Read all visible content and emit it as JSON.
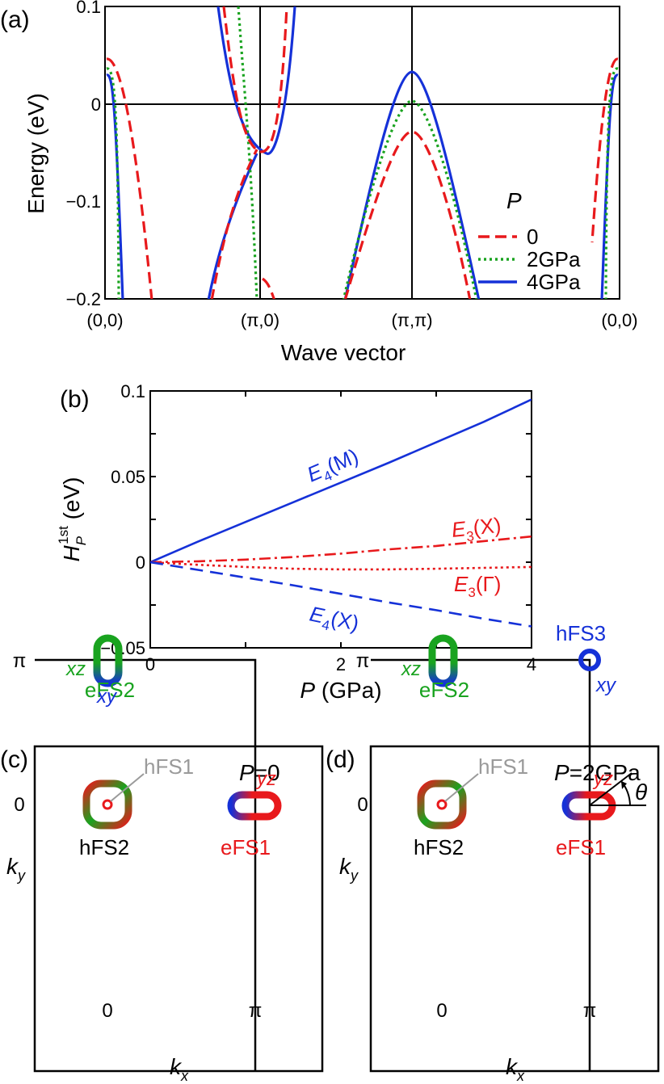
{
  "panel_labels": [
    "(a)",
    "(b)",
    "(c)",
    "(d)"
  ],
  "chart_data": [
    {
      "panel": "(a)",
      "type": "line",
      "ylabel": "Energy (eV)",
      "xlabel": "Wave vector",
      "ylim": [
        -0.2,
        0.1
      ],
      "yticks": [
        "0.1",
        "0",
        "−0.1",
        "−0.2"
      ],
      "yticks_values": [
        0.1,
        0,
        -0.1,
        -0.2
      ],
      "xticks": [
        "(0,0)",
        "(π,0)",
        "(π,π)",
        "(0,0)"
      ],
      "legend": {
        "title": "P",
        "entries": [
          "0",
          "2GPa",
          "4GPa"
        ],
        "placement": "bottom-right"
      },
      "series": [
        {
          "name": "0",
          "color": "#e8191c",
          "style": "dashed"
        },
        {
          "name": "2GPa",
          "color": "#19a31f",
          "style": "dotted"
        },
        {
          "name": "4GPa",
          "color": "#1531d8",
          "style": "solid"
        }
      ],
      "approx_values": {
        "band_top_at_Gamma": {
          "0": 0.05,
          "2GPa": 0.04,
          "4GPa": 0.03
        },
        "band_top_at_M": {
          "0": -0.028,
          "2GPa": 0.005,
          "4GPa": 0.035
        },
        "crossing_near_X": {
          "0": -0.045,
          "4GPa": -0.05
        }
      }
    },
    {
      "panel": "(b)",
      "type": "line",
      "xlabel": "P (GPa)",
      "ylabel": "H_P^1st (eV)",
      "xlim": [
        0,
        4
      ],
      "ylim": [
        -0.05,
        0.1
      ],
      "xticks": [
        "0",
        "2",
        "4"
      ],
      "yticks": [
        "0.1",
        "0.05",
        "0",
        "−0.05"
      ],
      "x": [
        0,
        0.5,
        1,
        1.5,
        2,
        2.5,
        3,
        3.5,
        4
      ],
      "series": [
        {
          "name": "E4(M)",
          "color": "#1531d8",
          "style": "solid",
          "values": [
            0,
            0.012,
            0.0235,
            0.035,
            0.0465,
            0.058,
            0.07,
            0.082,
            0.095
          ]
        },
        {
          "name": "E3(X)",
          "color": "#e8191c",
          "style": "dashdot",
          "values": [
            0,
            0.0005,
            0.0015,
            0.003,
            0.005,
            0.0075,
            0.0095,
            0.0123,
            0.015
          ]
        },
        {
          "name": "E3(Γ)",
          "color": "#e8191c",
          "style": "dotted",
          "values": [
            0,
            -0.0015,
            -0.0028,
            -0.0038,
            -0.0042,
            -0.0042,
            -0.0038,
            -0.0033,
            -0.0028
          ]
        },
        {
          "name": "E4(X)",
          "color": "#1531d8",
          "style": "dashed",
          "values": [
            0,
            -0.0045,
            -0.009,
            -0.0135,
            -0.0185,
            -0.0235,
            -0.028,
            -0.033,
            -0.0375
          ]
        }
      ],
      "annotations": [
        {
          "base": "E",
          "sub": "4",
          "tail": "(M)",
          "color": "#1531d8"
        },
        {
          "base": "E",
          "sub": "3",
          "tail": "(X)",
          "color": "#e8191c"
        },
        {
          "base": "E",
          "sub": "3",
          "tail": "(Γ)",
          "color": "#e8191c"
        },
        {
          "base": "E",
          "sub": "4",
          "tail": "(X)",
          "color": "#1531d8"
        }
      ]
    }
  ],
  "fermi_surfaces": {
    "c": {
      "pressure_label": {
        "italic": "P",
        "text": "=0"
      },
      "xticks": [
        "0",
        "π"
      ],
      "yticks": [
        "π",
        "0"
      ],
      "xlabel": {
        "italic": "k",
        "sub": "x"
      },
      "ylabel": {
        "italic": "k",
        "sub": "y"
      },
      "labels": {
        "efs2": "eFS2",
        "xz": "xz",
        "xy": "xy",
        "hfs1": "hFS1",
        "hfs2": "hFS2",
        "yz": "yz",
        "efs1": "eFS1"
      }
    },
    "d": {
      "pressure_label": {
        "italic": "P",
        "text": "=2GPa"
      },
      "xticks": [
        "0",
        "π"
      ],
      "yticks": [
        "π",
        "0"
      ],
      "xlabel": {
        "italic": "k",
        "sub": "x"
      },
      "ylabel": {
        "italic": "k",
        "sub": "y"
      },
      "labels": {
        "efs2": "eFS2",
        "xz": "xz",
        "hfs3": "hFS3",
        "xy": "xy",
        "hfs1": "hFS1",
        "hfs2": "hFS2",
        "yz": "yz",
        "efs1": "eFS1",
        "theta": "θ"
      }
    }
  },
  "colors": {
    "red": "#e8191c",
    "green": "#19a31f",
    "blue": "#1531d8",
    "gray": "#9a9a9a",
    "black": "#000000"
  }
}
